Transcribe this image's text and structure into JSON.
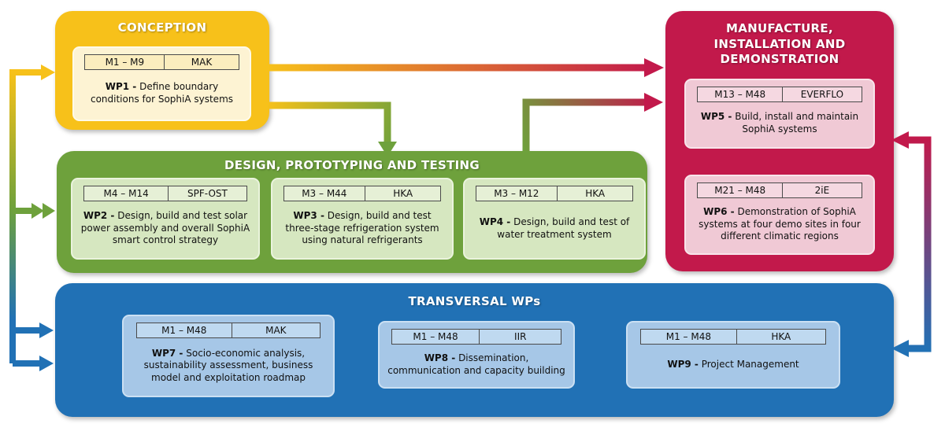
{
  "sections": {
    "conception": {
      "title": "CONCEPTION",
      "wps": [
        {
          "label": "WP1 -",
          "period": "M1 – M9",
          "lead": "MAK",
          "desc": "Define boundary conditions for SophiA systems"
        }
      ]
    },
    "design": {
      "title": "DESIGN, PROTOTYPING AND TESTING",
      "wps": [
        {
          "label": "WP2 -",
          "period": "M4 – M14",
          "lead": "SPF-OST",
          "desc": "Design, build and test solar power assembly and overall SophiA smart control strategy"
        },
        {
          "label": "WP3 -",
          "period": "M3 – M44",
          "lead": "HKA",
          "desc": "Design, build and test three-stage refrigeration system using natural refrigerants"
        },
        {
          "label": "WP4 -",
          "period": "M3 – M12",
          "lead": "HKA",
          "desc": "Design, build and test of water treatment system"
        }
      ]
    },
    "manufacture": {
      "title": "MANUFACTURE, INSTALLATION AND DEMONSTRATION",
      "wps": [
        {
          "label": "WP5 -",
          "period": "M13 – M48",
          "lead": "EVERFLO",
          "desc": "Build, install and maintain SophiA systems"
        },
        {
          "label": "WP6 -",
          "period": "M21 – M48",
          "lead": "2iE",
          "desc": "Demonstration of SophiA systems at four demo sites in four different climatic regions"
        }
      ]
    },
    "transversal": {
      "title": "TRANSVERSAL WPs",
      "wps": [
        {
          "label": "WP7 -",
          "period": "M1 – M48",
          "lead": "MAK",
          "desc": "Socio-economic analysis, sustainability assessment, business model and exploitation roadmap"
        },
        {
          "label": "WP8 -",
          "period": "M1 – M48",
          "lead": "IIR",
          "desc": "Dissemination, communication and capacity building"
        },
        {
          "label": "WP9 -",
          "period": "M1 – M48",
          "lead": "HKA",
          "desc": "Project Management"
        }
      ]
    }
  },
  "colors": {
    "conception": "#F7C11A",
    "design": "#6EA13C",
    "manufacture": "#C2194B",
    "transversal": "#2171B5"
  }
}
